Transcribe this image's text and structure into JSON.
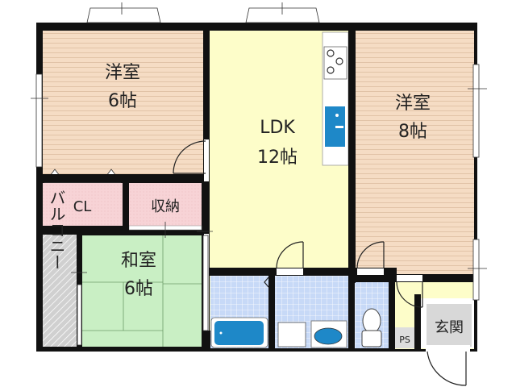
{
  "rooms": {
    "western_6": {
      "name": "洋室",
      "size": "6帖"
    },
    "western_8": {
      "name": "洋室",
      "size": "8帖"
    },
    "ldk": {
      "name": "LDK",
      "size": "12帖"
    },
    "japanese": {
      "name": "和室",
      "size": "6帖"
    },
    "closet": {
      "name": "CL"
    },
    "storage": {
      "name": "収納"
    },
    "balcony": {
      "name": "バルコニー"
    },
    "ps": {
      "name": "PS"
    },
    "entrance": {
      "name": "玄関"
    }
  },
  "colors": {
    "wall": "#111111",
    "western_floor": "#f5dcc4",
    "ldk_floor": "#fdfdc9",
    "closet_floor": "#f7d3d6",
    "tatami": "#c9efc4",
    "wet_area_tile": "#c7d9f7",
    "fixture_blue": "#1e88c8",
    "entrance_floor": "#d8d8d8",
    "balcony": "#cccccc"
  }
}
